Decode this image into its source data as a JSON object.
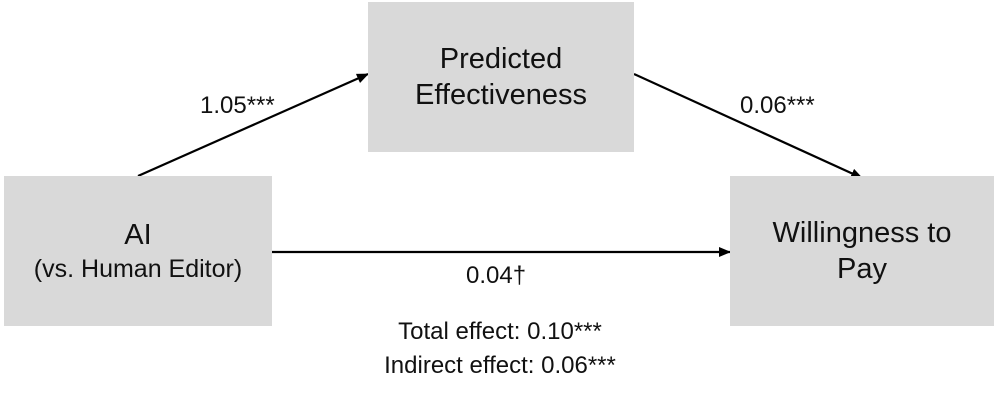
{
  "nodes": {
    "mediator": {
      "line1": "Predicted",
      "line2": "Effectiveness"
    },
    "predictor": {
      "title": "AI",
      "subtitle": "(vs. Human Editor)"
    },
    "outcome": {
      "line1": "Willingness to",
      "line2": "Pay"
    }
  },
  "paths": {
    "a": {
      "from": "predictor",
      "to": "mediator",
      "label": "1.05***"
    },
    "b": {
      "from": "mediator",
      "to": "outcome",
      "label": "0.06***"
    },
    "c_prime": {
      "from": "predictor",
      "to": "outcome",
      "label": "0.04†"
    }
  },
  "effects": {
    "total": "Total effect: 0.10***",
    "indirect": "Indirect effect: 0.06***"
  },
  "colors": {
    "box_fill": "#d9d9d9",
    "arrow": "#000000",
    "text": "#111111"
  }
}
